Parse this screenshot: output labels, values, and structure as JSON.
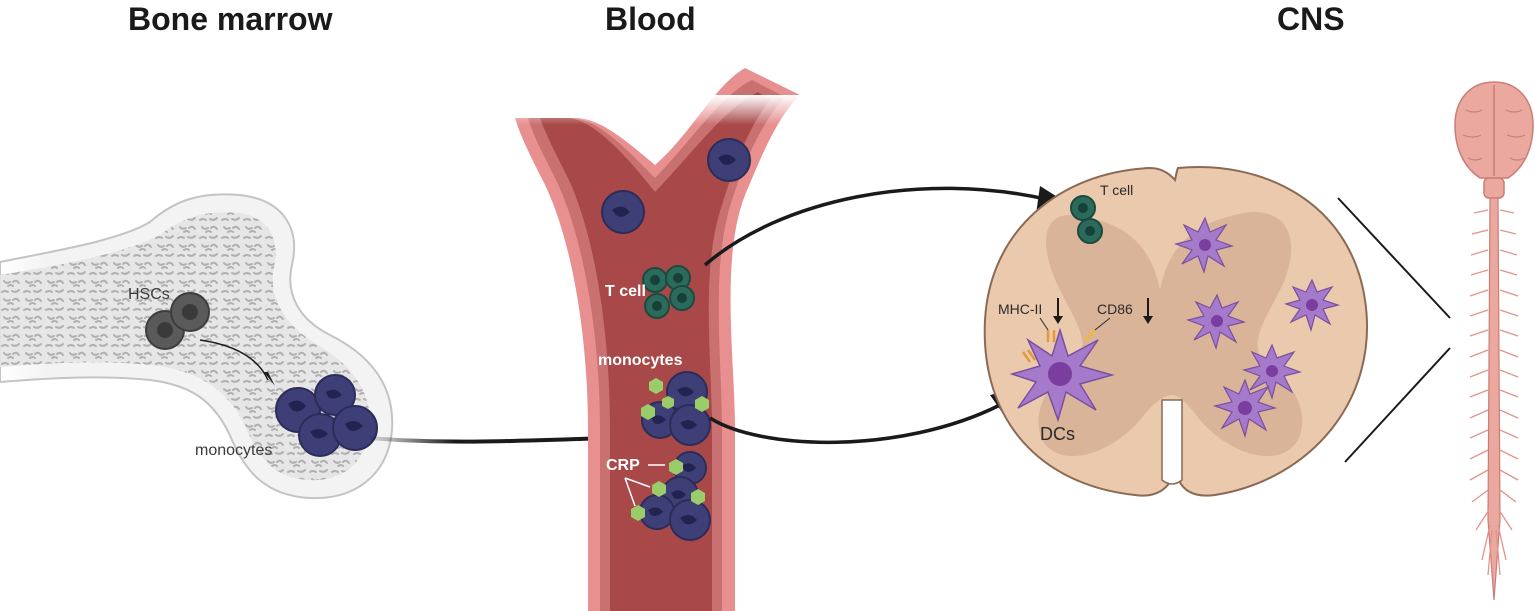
{
  "titles": {
    "bone_marrow": "Bone marrow",
    "blood": "Blood",
    "cns": "CNS"
  },
  "labels": {
    "hscs": "HSCs",
    "bm_monocytes": "monocytes",
    "blood_tcell": "T cell",
    "blood_monocytes": "monocytes",
    "crp": "CRP",
    "cns_tcell": "T cell",
    "mhc2": "MHC-II",
    "cd86": "CD86",
    "dcs": "DCs"
  },
  "colors": {
    "bone_fill": "#ececec",
    "bone_outline": "#b8b8b8",
    "vessel_wall": "#e88f8f",
    "vessel_lumen": "#a84848",
    "monocyte": "#3f3f78",
    "monocyte_nucleus": "#232352",
    "tcell": "#2b6b5c",
    "crp": "#9acd6a",
    "spinal_cord": "#eac9ad",
    "gray_matter": "#d9b499",
    "dc": "#a67acb",
    "dc_nucleus": "#7a3f9e",
    "spine": "#eba89f",
    "arrow": "#1a1a1a"
  }
}
